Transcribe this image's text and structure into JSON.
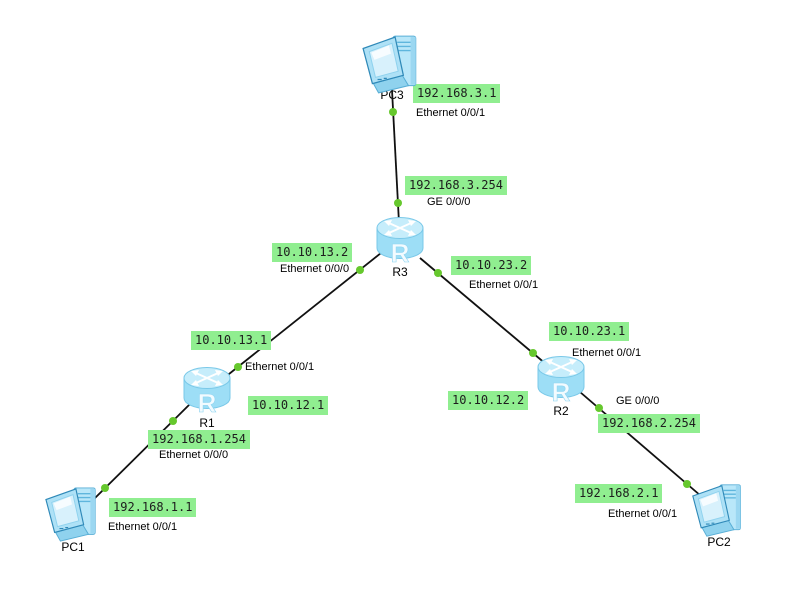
{
  "diagram": {
    "type": "network-topology",
    "background": "#ffffff",
    "annotation_bg": "#90ee90",
    "link_color": "#111111",
    "port_dot_color": "#66c82d"
  },
  "devices": [
    {
      "name": "PC3",
      "type": "pc"
    },
    {
      "name": "R3",
      "type": "router"
    },
    {
      "name": "R1",
      "type": "router"
    },
    {
      "name": "R2",
      "type": "router"
    },
    {
      "name": "PC1",
      "type": "pc"
    },
    {
      "name": "PC2",
      "type": "pc"
    }
  ],
  "links": [
    {
      "from": "PC3",
      "to": "R3"
    },
    {
      "from": "R3",
      "to": "R1"
    },
    {
      "from": "R3",
      "to": "R2"
    },
    {
      "from": "R1",
      "to": "PC1"
    },
    {
      "from": "R2",
      "to": "PC2"
    }
  ],
  "ip_labels": [
    {
      "text": "192.168.3.1"
    },
    {
      "text": "192.168.3.254"
    },
    {
      "text": "10.10.13.2"
    },
    {
      "text": "10.10.23.2"
    },
    {
      "text": "10.10.13.1"
    },
    {
      "text": "10.10.12.1"
    },
    {
      "text": "192.168.1.254"
    },
    {
      "text": "192.168.1.1"
    },
    {
      "text": "10.10.23.1"
    },
    {
      "text": "10.10.12.2"
    },
    {
      "text": "192.168.2.254"
    },
    {
      "text": "192.168.2.1"
    }
  ],
  "iface_labels": [
    {
      "text": "Ethernet 0/0/1"
    },
    {
      "text": "GE 0/0/0"
    },
    {
      "text": "Ethernet 0/0/0"
    },
    {
      "text": "Ethernet 0/0/1"
    },
    {
      "text": "Ethernet 0/0/1"
    },
    {
      "text": "Ethernet 0/0/0"
    },
    {
      "text": "Ethernet 0/0/1"
    },
    {
      "text": "Ethernet 0/0/1"
    },
    {
      "text": "GE 0/0/0"
    },
    {
      "text": "Ethernet 0/0/1"
    }
  ]
}
